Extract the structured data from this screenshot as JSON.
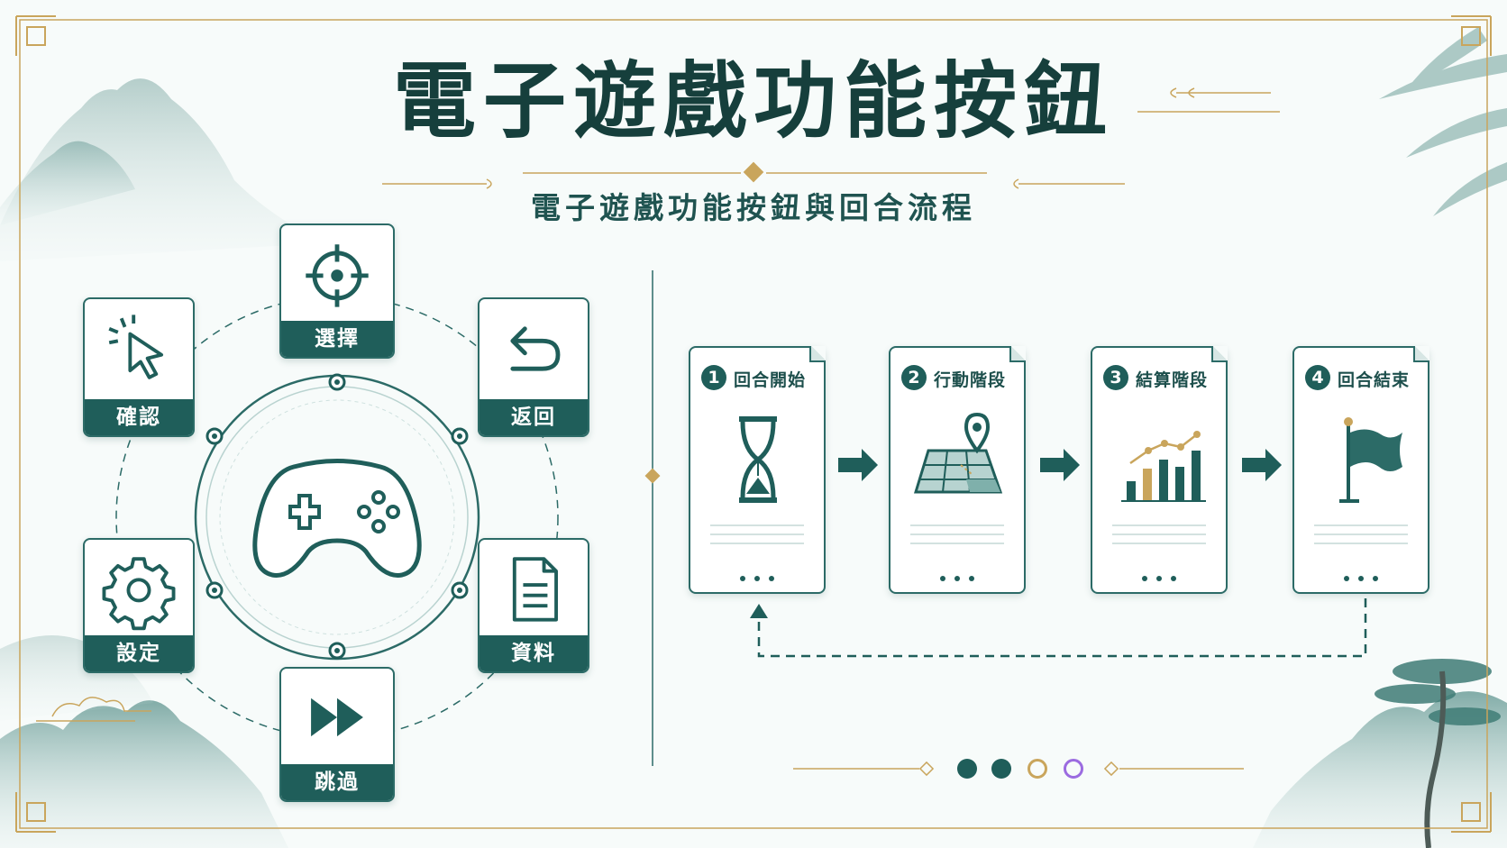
{
  "title": "電子遊戲功能按鈕",
  "subtitle": "電子遊戲功能按鈕與回合流程",
  "colors": {
    "primary": "#1f5e5a",
    "dark": "#163f3c",
    "gold": "#c9a55c",
    "accent_purple": "#9b6be0",
    "background": "#f7fbfa"
  },
  "buttons": [
    {
      "id": "select",
      "label": "選擇",
      "icon": "crosshair-icon"
    },
    {
      "id": "confirm",
      "label": "確認",
      "icon": "cursor-click-icon"
    },
    {
      "id": "back",
      "label": "返回",
      "icon": "undo-arrow-icon"
    },
    {
      "id": "settings",
      "label": "設定",
      "icon": "gear-icon"
    },
    {
      "id": "data",
      "label": "資料",
      "icon": "document-icon"
    },
    {
      "id": "skip",
      "label": "跳過",
      "icon": "fast-forward-icon"
    }
  ],
  "center_icon": "gamepad-icon",
  "flow": {
    "steps": [
      {
        "number": "1",
        "label": "回合開始",
        "icon": "hourglass-icon"
      },
      {
        "number": "2",
        "label": "行動階段",
        "icon": "map-pin-grid-icon"
      },
      {
        "number": "3",
        "label": "結算階段",
        "icon": "bar-chart-icon"
      },
      {
        "number": "4",
        "label": "回合結束",
        "icon": "flag-icon"
      }
    ],
    "loop_back": true
  },
  "pagination": {
    "total": 4,
    "current": 2,
    "states": [
      "filled",
      "filled",
      "outline",
      "outline-accent"
    ]
  }
}
